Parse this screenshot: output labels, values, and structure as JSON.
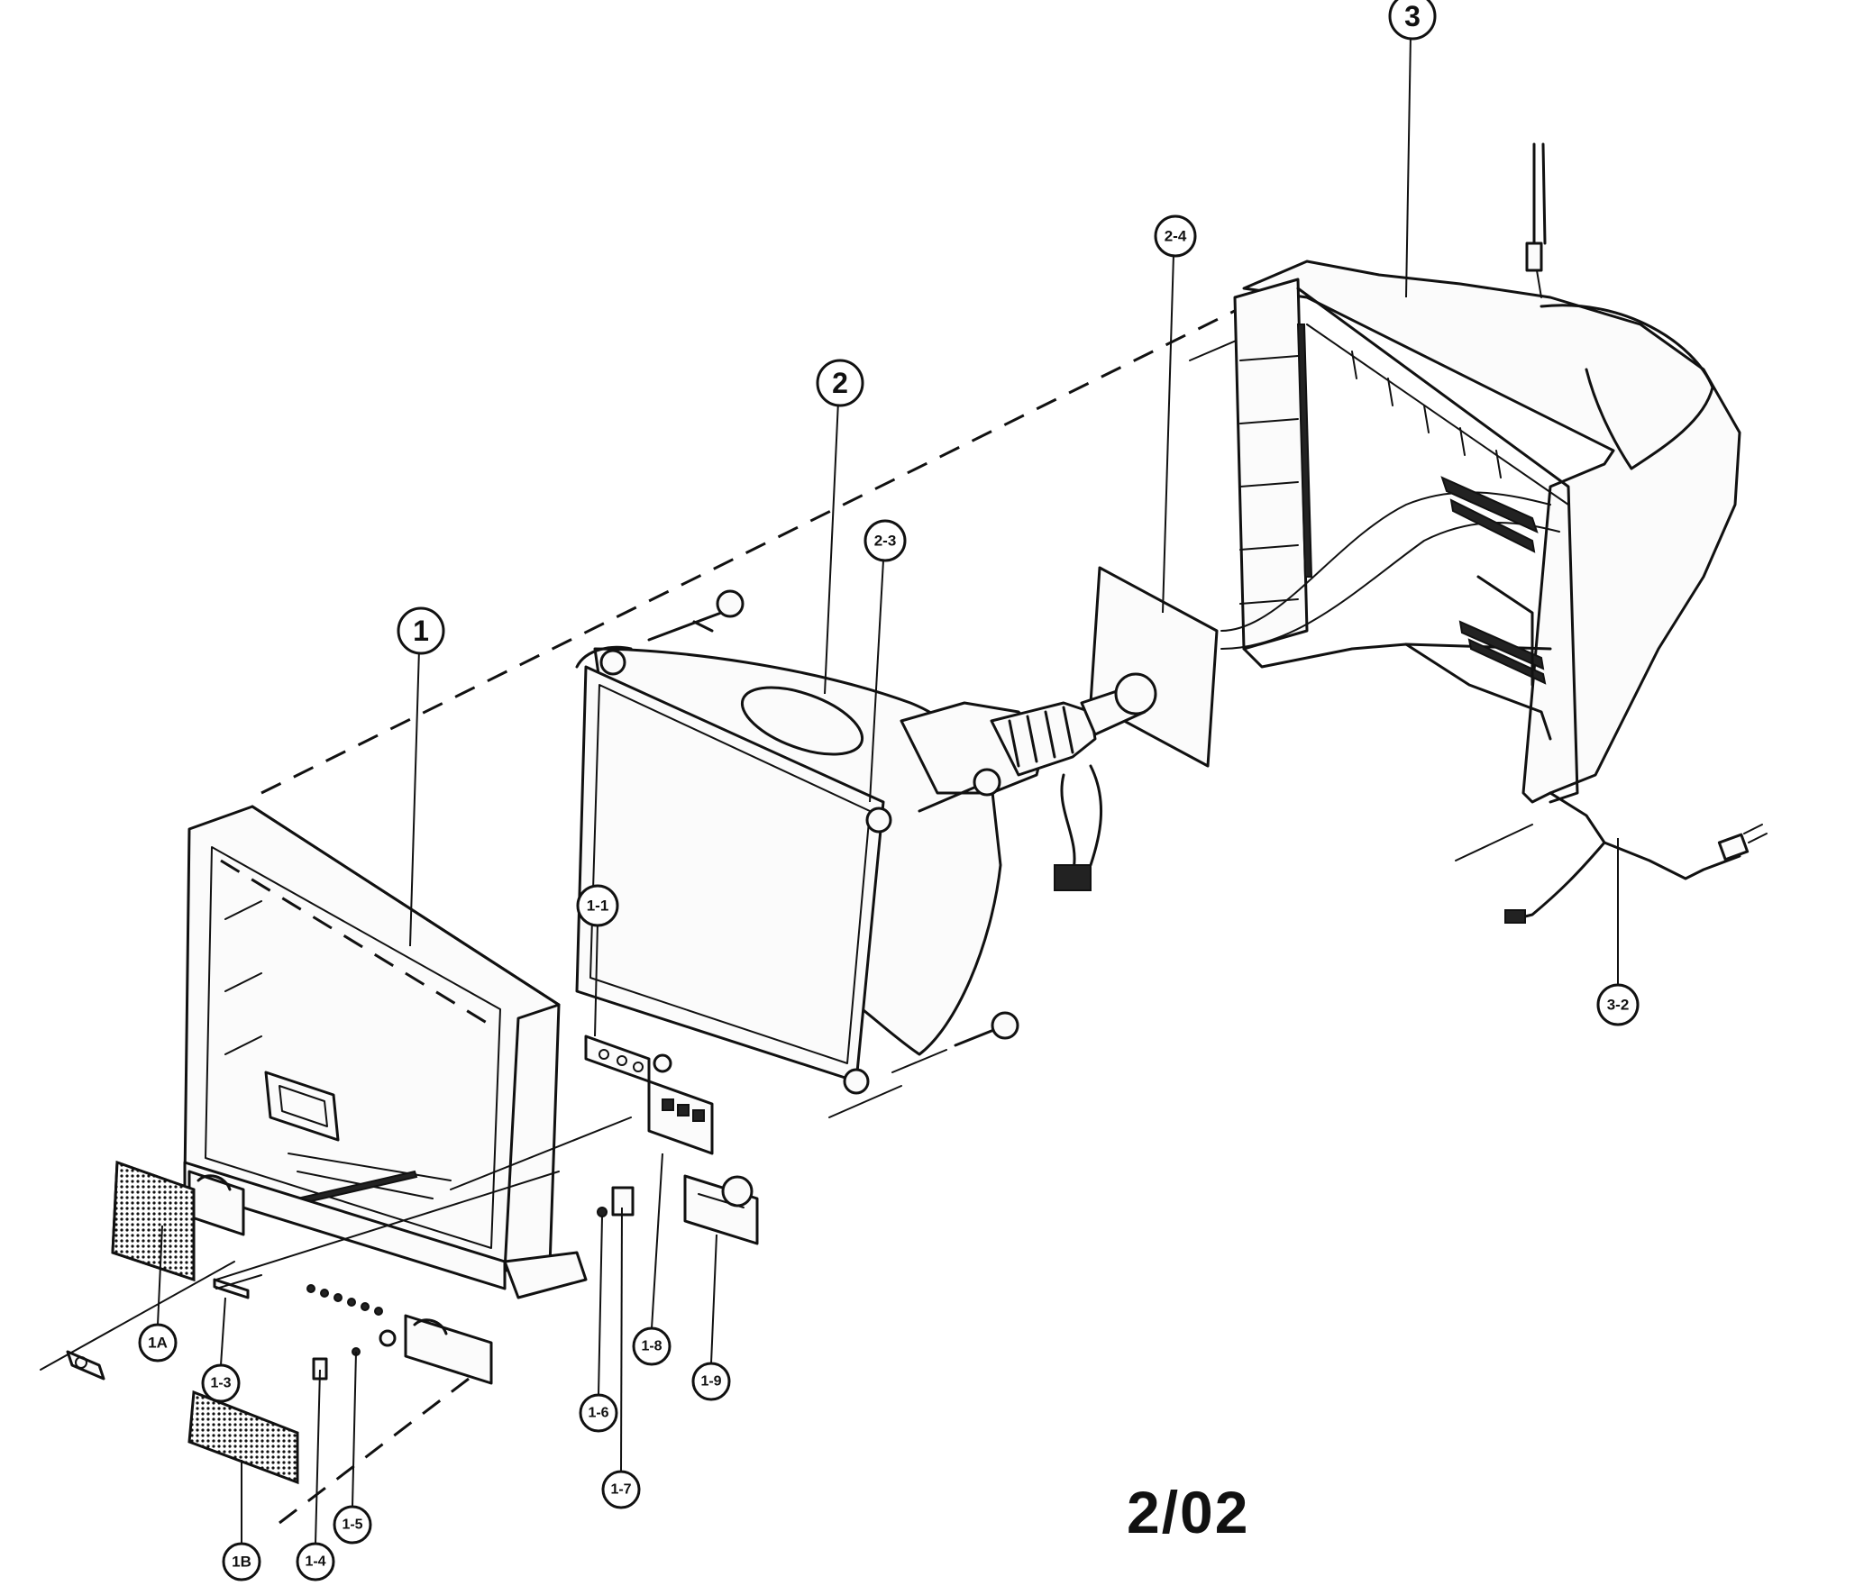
{
  "diagram": {
    "page_label": "2/02",
    "callouts": {
      "c1": "1",
      "c2": "2",
      "c3": "3",
      "c2_3": "2-3",
      "c2_4": "2-4",
      "c3_2": "3-2",
      "c1_1": "1-1",
      "c1A": "1A",
      "c1_3": "1-3",
      "c1B": "1B",
      "c1_4": "1-4",
      "c1_5": "1-5",
      "c1_6": "1-6",
      "c1_7": "1-7",
      "c1_8": "1-8",
      "c1_9": "1-9"
    }
  }
}
